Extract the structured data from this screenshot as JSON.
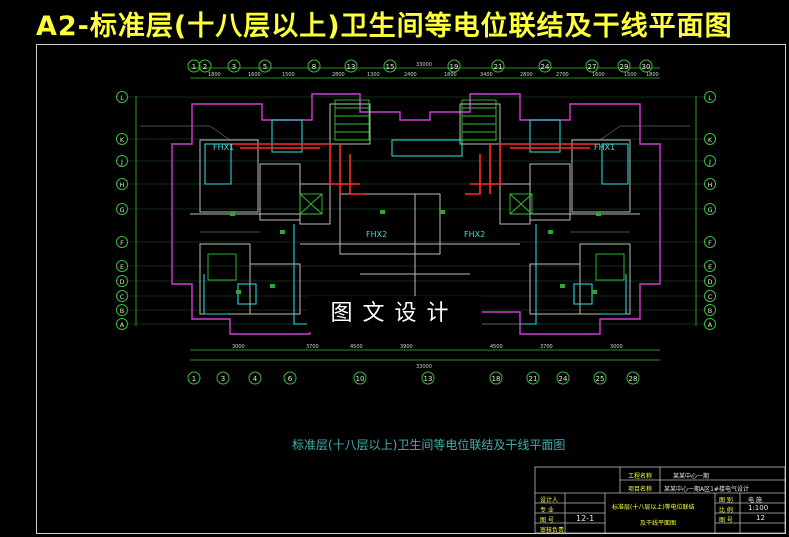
{
  "header": {
    "title": "A2-标准层(十八层以上)卫生间等电位联结及干线平面图"
  },
  "drawing": {
    "plan_title": "标准层(十八层以上)卫生间等电位联结及干线平面图",
    "watermark": "图文设计",
    "axis_top": [
      "1",
      "2",
      "3",
      "5",
      "8",
      "13",
      "15",
      "19",
      "21",
      "24",
      "27",
      "29",
      "30"
    ],
    "axis_bottom": [
      "1",
      "3",
      "4",
      "6",
      "10",
      "13",
      "18",
      "21",
      "24",
      "25",
      "28"
    ],
    "axis_left": [
      "L",
      "K",
      "J",
      "H",
      "G",
      "F",
      "E",
      "D",
      "C",
      "B",
      "A"
    ],
    "axis_right": [
      "L",
      "K",
      "J",
      "H",
      "G",
      "F",
      "E",
      "D",
      "C",
      "B",
      "A"
    ],
    "dims_top": [
      "1800",
      "1600",
      "1500",
      "2800",
      "1300",
      "2400",
      "1800",
      "3400",
      "2800",
      "2700",
      "1600",
      "1500",
      "1800"
    ],
    "overall_dim": "33000",
    "dims_bottom": [
      "3000",
      "3700",
      "4500",
      "3900",
      "4500",
      "3700",
      "3000"
    ],
    "labels": {
      "fhx1_left": "FHX1",
      "fhx1_right": "FHX1",
      "fhx2_left": "FHX2",
      "fhx2_right": "FHX2"
    }
  },
  "title_block": {
    "project_label": "工程名称",
    "project_value": "某某中心一期",
    "item_label": "项目名称",
    "item_value": "某某中心一期A区1#楼电气设计",
    "designer_label": "设计人",
    "specialty_label": "专 业",
    "drawing_no_label": "图 号",
    "drawing_no_value": "12-1",
    "checker_label": "审核负责",
    "sheet_title_1": "标准层(十八层以上)等电位联结",
    "sheet_title_2": "及干线平面图",
    "stage_label": "图 别",
    "stage_value": "电 施",
    "scale_label": "比 例",
    "scale_value": "1:100",
    "sheet_label": "图 号",
    "sheet_value": "12"
  }
}
